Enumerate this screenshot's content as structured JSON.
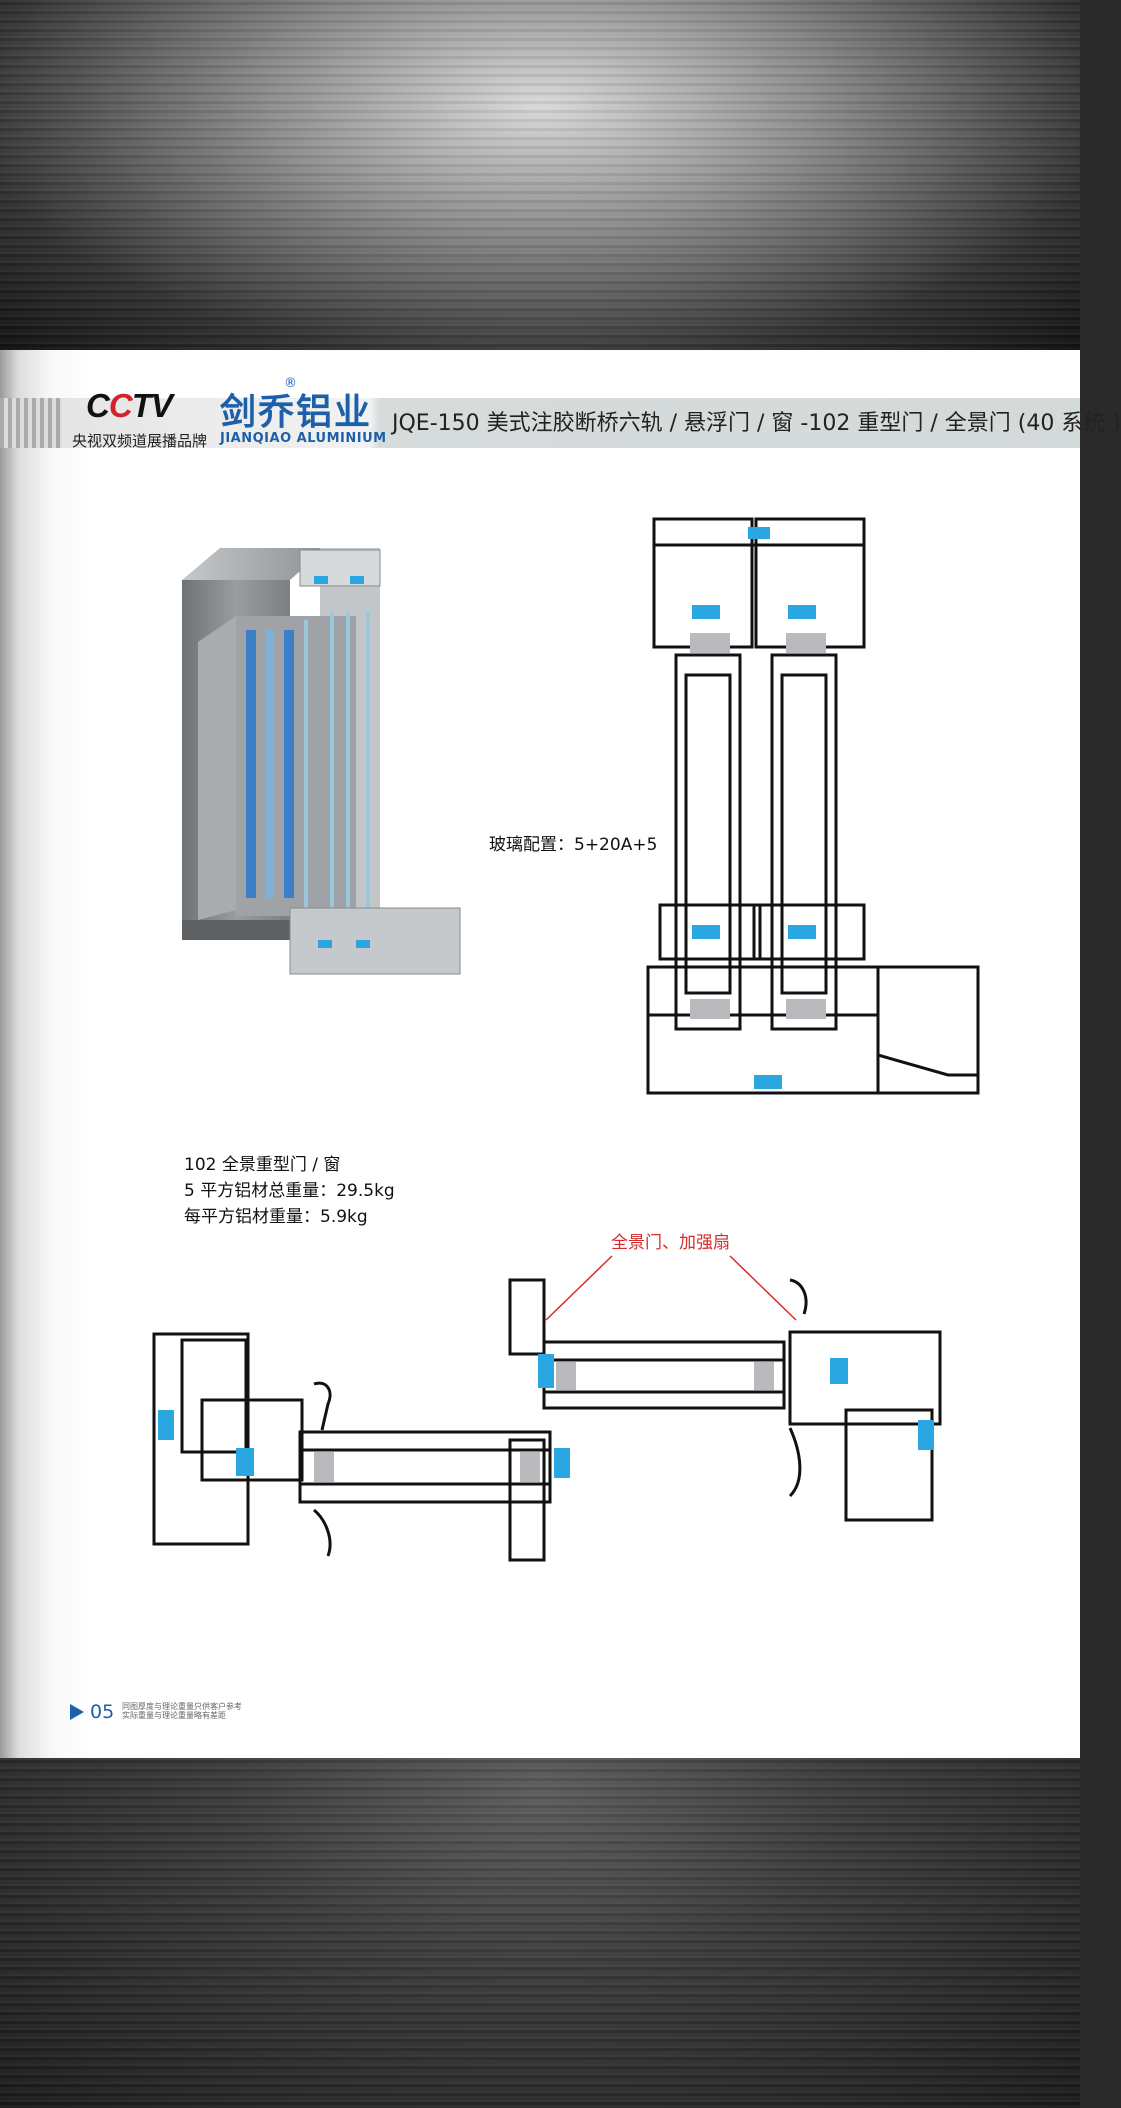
{
  "header": {
    "cctv_logo": "CCTV",
    "cctv_subtitle": "央视双频道展播品牌",
    "brand_cn": "剑乔铝业",
    "brand_registered": "®",
    "brand_en": "JIANQIAO ALUMINIUM",
    "title": "JQE-150 美式注胶断桥六轨 / 悬浮门 / 窗 -102 重型门 / 全景门 (40 系统 )"
  },
  "specs": {
    "line1": "102 全景重型门 / 窗",
    "line2": "5 平方铝材总重量：29.5kg",
    "line3": "每平方铝材重量：5.9kg"
  },
  "diagram": {
    "glass_config_label": "玻璃配置：5+20A+5",
    "annotation_label": "全景门、加强扇"
  },
  "footer": {
    "page_number": "05",
    "note_line1": "同图厚度与理论重量只供客户参考",
    "note_line2": "实际重量与理论重量略有差距"
  },
  "colors": {
    "brand_blue": "#1d5fa8",
    "cctv_red": "#d3232a",
    "gasket_blue": "#2aa7e0",
    "annotation_red": "#d52b2b",
    "profile_gray": "#8e9194"
  }
}
